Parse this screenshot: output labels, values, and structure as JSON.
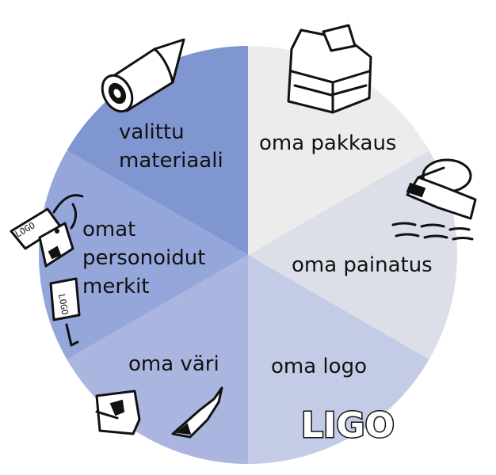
{
  "segments": [
    {
      "id": "pakkaus",
      "lines": [
        "oma pakkaus"
      ],
      "color": "#ececec"
    },
    {
      "id": "painatus",
      "lines": [
        "oma painatus"
      ],
      "color": "#dcdee8"
    },
    {
      "id": "logo",
      "lines": [
        "oma logo"
      ],
      "color": "#c4cbe6"
    },
    {
      "id": "vari",
      "lines": [
        "oma väri"
      ],
      "color": "#aab6e0"
    },
    {
      "id": "merkit",
      "lines": [
        "omat",
        "personoidut",
        "merkit"
      ],
      "color": "#95a6da"
    },
    {
      "id": "materiaali",
      "lines": [
        "valittu",
        "materiaali"
      ],
      "color": "#7f96d0"
    }
  ],
  "icons": {
    "logo_stamp": "LIGO",
    "tag_text": "LOGO"
  }
}
